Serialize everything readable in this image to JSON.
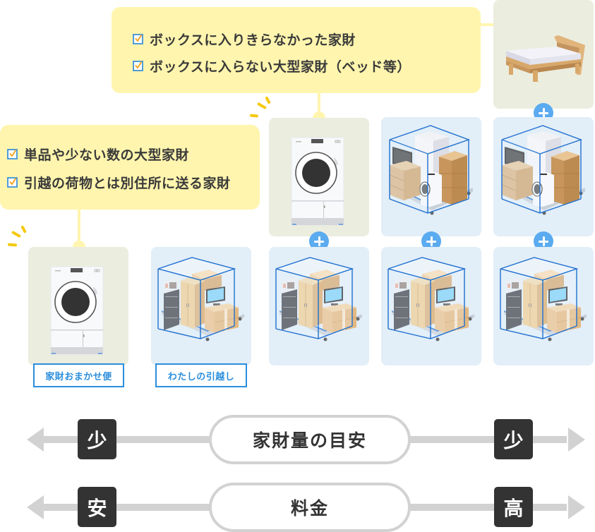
{
  "callouts": {
    "top": {
      "items": [
        "ボックスに入りきらなかった家財",
        "ボックスに入らない大型家財（ベッド等）"
      ],
      "check_icon": "checkbox-checked-icon"
    },
    "left": {
      "items": [
        "単品や少ない数の大型家財",
        "引越の荷物とは別住所に送る家財"
      ],
      "check_icon": "checkbox-checked-icon"
    }
  },
  "plans": [
    {
      "label": "家財おまかせ便",
      "items": [
        "washer-dryer"
      ]
    },
    {
      "label": "わたしの引越し",
      "items": [
        "small-box"
      ]
    },
    {
      "items": [
        "washer-dryer",
        "small-box"
      ]
    },
    {
      "items": [
        "large-box",
        "small-box"
      ]
    },
    {
      "items": [
        "bed",
        "large-box",
        "small-box"
      ]
    }
  ],
  "scales": [
    {
      "title": "家財量の目安",
      "left": "少",
      "right": "少"
    },
    {
      "title": "料金",
      "left": "安",
      "right": "高"
    }
  ],
  "colors": {
    "callout": "#FFF5AE",
    "tile_single": "#EBEDDF",
    "tile_box": "#E2EEF8",
    "plus": "#5AABF0",
    "label_border": "#2B8EDD",
    "scale_end": "#333333",
    "scale_track": "#D2D2D2",
    "spark": "#F6C90E"
  }
}
